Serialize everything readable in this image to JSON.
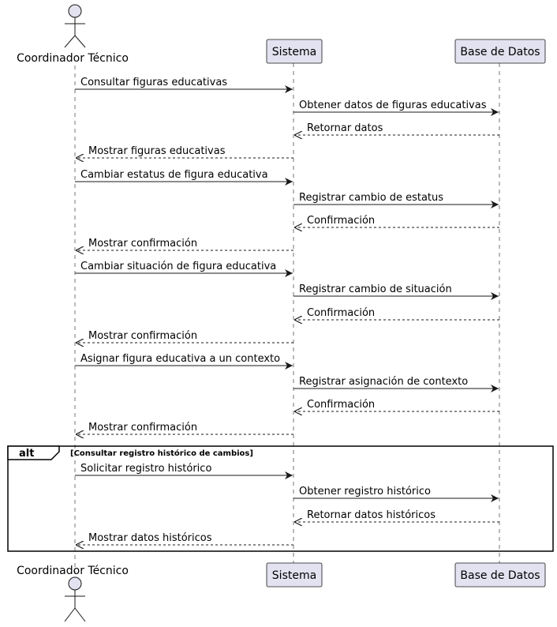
{
  "participants": [
    {
      "name": "Coordinador Técnico",
      "kind": "actor"
    },
    {
      "name": "Sistema",
      "kind": "participant"
    },
    {
      "name": "Base de Datos",
      "kind": "participant"
    }
  ],
  "messages": [
    {
      "from": 0,
      "to": 1,
      "text": "Consultar figuras educativas",
      "style": "sync"
    },
    {
      "from": 1,
      "to": 2,
      "text": "Obtener datos de figuras educativas",
      "style": "sync"
    },
    {
      "from": 2,
      "to": 1,
      "text": "Retornar datos",
      "style": "return"
    },
    {
      "from": 1,
      "to": 0,
      "text": "Mostrar figuras educativas",
      "style": "return"
    },
    {
      "from": 0,
      "to": 1,
      "text": "Cambiar estatus de figura educativa",
      "style": "sync"
    },
    {
      "from": 1,
      "to": 2,
      "text": "Registrar cambio de estatus",
      "style": "sync"
    },
    {
      "from": 2,
      "to": 1,
      "text": "Confirmación",
      "style": "return"
    },
    {
      "from": 1,
      "to": 0,
      "text": "Mostrar confirmación",
      "style": "return"
    },
    {
      "from": 0,
      "to": 1,
      "text": "Cambiar situación de figura educativa",
      "style": "sync"
    },
    {
      "from": 1,
      "to": 2,
      "text": "Registrar cambio de situación",
      "style": "sync"
    },
    {
      "from": 2,
      "to": 1,
      "text": "Confirmación",
      "style": "return"
    },
    {
      "from": 1,
      "to": 0,
      "text": "Mostrar confirmación",
      "style": "return"
    },
    {
      "from": 0,
      "to": 1,
      "text": "Asignar figura educativa a un contexto",
      "style": "sync"
    },
    {
      "from": 1,
      "to": 2,
      "text": "Registrar asignación de contexto",
      "style": "sync"
    },
    {
      "from": 2,
      "to": 1,
      "text": "Confirmación",
      "style": "return"
    },
    {
      "from": 1,
      "to": 0,
      "text": "Mostrar confirmación",
      "style": "return"
    },
    {
      "from": 0,
      "to": 1,
      "text": "Solicitar registro histórico",
      "style": "sync"
    },
    {
      "from": 1,
      "to": 2,
      "text": "Obtener registro histórico",
      "style": "sync"
    },
    {
      "from": 2,
      "to": 1,
      "text": "Retornar datos históricos",
      "style": "return"
    },
    {
      "from": 1,
      "to": 0,
      "text": "Mostrar datos históricos",
      "style": "return"
    }
  ],
  "fragment": {
    "label": "alt",
    "guard": "[Consultar registro histórico de cambios]",
    "first_message": 16,
    "last_message": 19
  },
  "colors": {
    "participant_fill": "#e2e2f0",
    "participant_stroke": "#181818",
    "lifeline": "#181818",
    "arrow": "#181818"
  }
}
